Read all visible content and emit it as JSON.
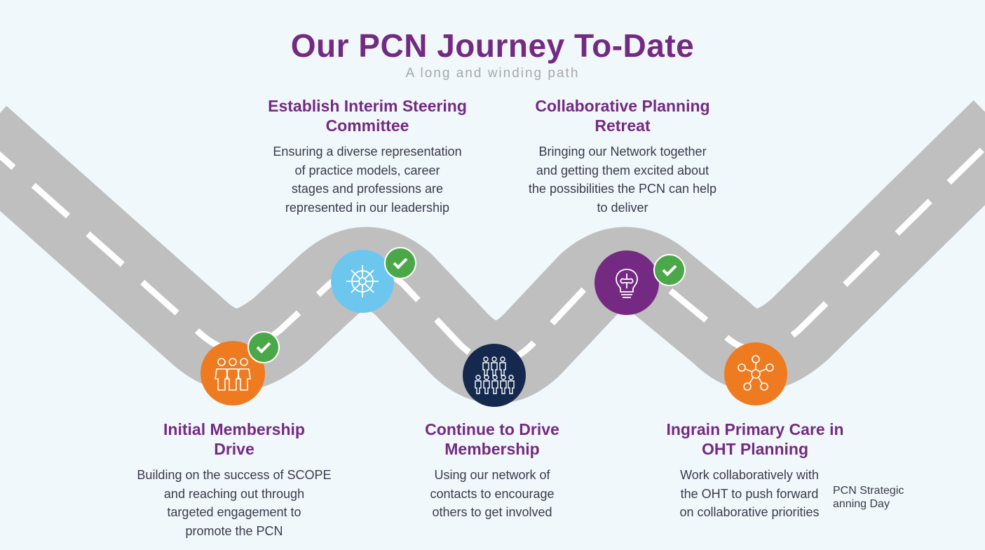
{
  "header": {
    "title": "Our PCN Journey To-Date",
    "subtitle": "A long and winding path"
  },
  "colors": {
    "background": "#f1f8fc",
    "road": "#bfbfbf",
    "road_stripe": "#ffffff",
    "title": "#742a82",
    "check": "#4ba848"
  },
  "milestones": [
    {
      "title_line1": "Initial Membership",
      "title_line2": "Drive",
      "desc": [
        "Building on the success of SCOPE",
        "and reaching out through",
        "targeted engagement to",
        "promote the PCN"
      ],
      "icon": "people-group-icon",
      "color": "#ef7b21",
      "completed": true
    },
    {
      "title_line1": "Establish Interim Steering",
      "title_line2": "Committee",
      "desc": [
        "Ensuring a diverse representation",
        "of practice models, career",
        "stages and professions are",
        "represented in our leadership"
      ],
      "icon": "ship-wheel-icon",
      "color": "#6dc6ee",
      "completed": true
    },
    {
      "title_line1": "Continue to Drive",
      "title_line2": "Membership",
      "desc": [
        "Using our network of",
        "contacts to encourage",
        "others to get involved"
      ],
      "icon": "crowd-icon",
      "color": "#14294d",
      "completed": false
    },
    {
      "title_line1": "Collaborative Planning",
      "title_line2": "Retreat",
      "desc": [
        "Bringing our Network together",
        "and getting them excited about",
        "the possibilities the PCN can help",
        "to deliver"
      ],
      "icon": "lightbulb-puzzle-icon",
      "color": "#742a82",
      "completed": true
    },
    {
      "title_line1": "Ingrain Primary Care in",
      "title_line2": "OHT Planning",
      "desc": [
        "Work collaboratively with",
        "the OHT to push forward",
        "on collaborative priorities"
      ],
      "icon": "network-people-icon",
      "color": "#ef7b21",
      "completed": false
    }
  ],
  "cut_off_label": [
    "PCN Strategic",
    "anning Day"
  ]
}
